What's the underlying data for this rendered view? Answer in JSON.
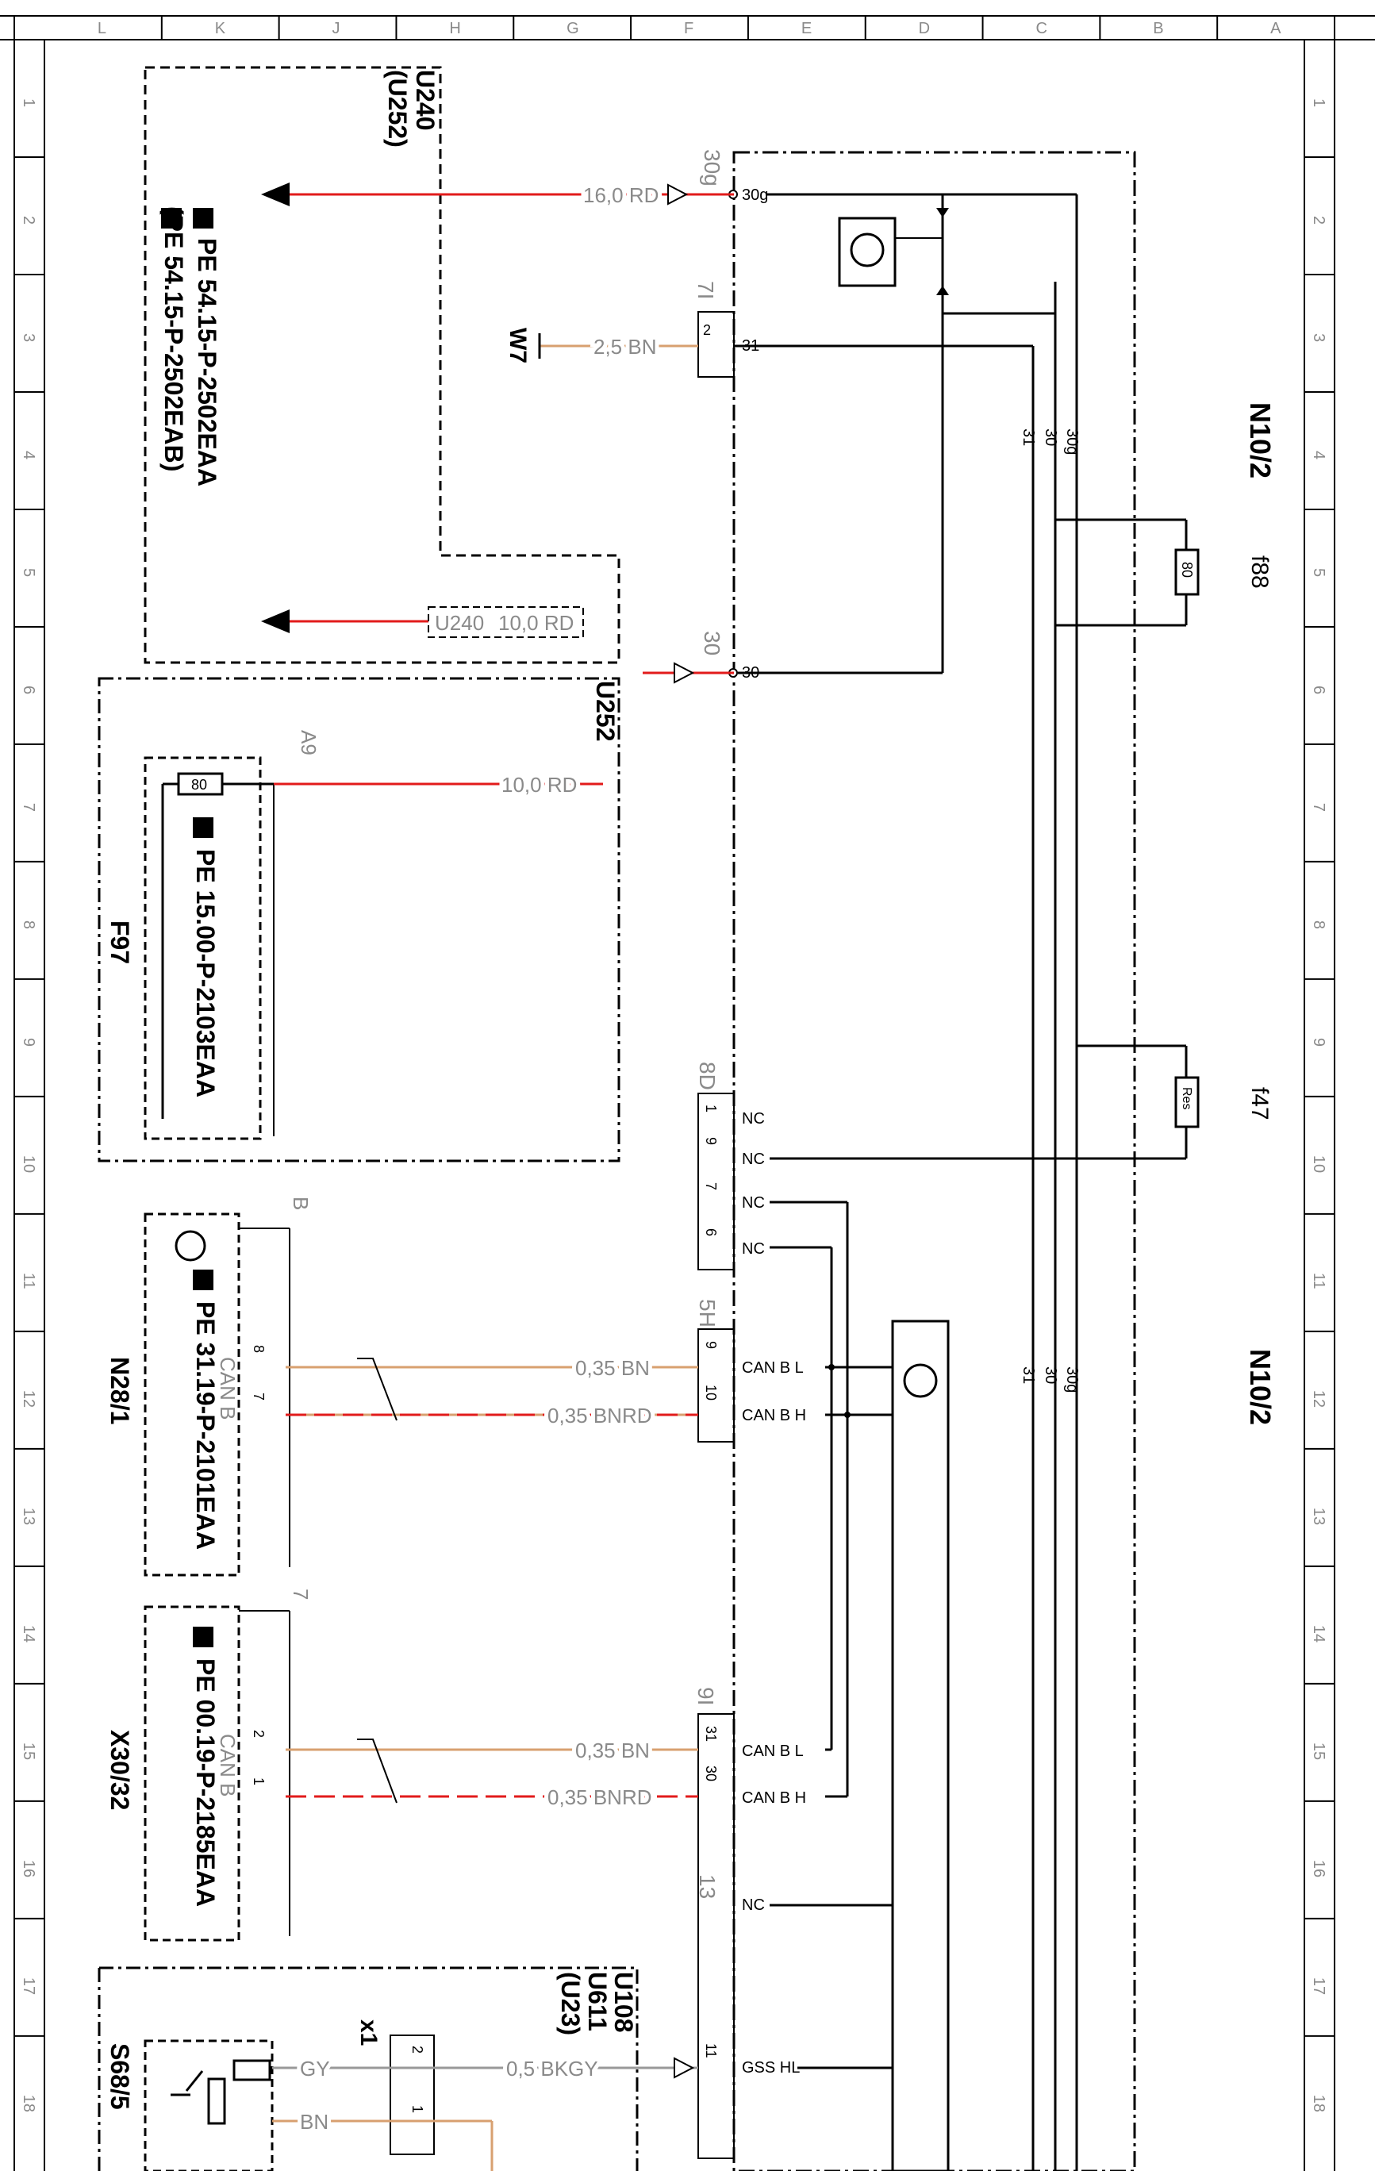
{
  "border": {
    "columns": [
      "L",
      "K",
      "J",
      "H",
      "G",
      "F",
      "E",
      "D",
      "C",
      "B",
      "A"
    ],
    "rows": [
      "1",
      "2",
      "3",
      "4",
      "5",
      "6",
      "7",
      "8",
      "9",
      "10",
      "11",
      "12",
      "13",
      "14",
      "15",
      "16",
      "17",
      "18"
    ]
  },
  "components": {
    "n10_top": "N10/2",
    "n10_bottom": "N10/2",
    "u240": "U240",
    "u252_paren": "(U252)",
    "u252": "U252",
    "a9": "A9",
    "f97": "F97",
    "w7": "W7",
    "n28": "N28/1",
    "x30": "X30/32",
    "s68": "S68/5",
    "x1": "x1",
    "u108": "U108",
    "u611": "U611",
    "u23": "(U23)",
    "f88": "f88",
    "f47": "f47",
    "fuse_80": "80",
    "res": "Res",
    "u240_box": "U240"
  },
  "refs": {
    "pe_5415a": "PE 54.15-P-2502EAA",
    "pe_5415b": "(PE 54.15-P-2502EAB)",
    "pe_1500": "PE 15.00-P-2103EAA",
    "pe_3119": "PE 31.19-P-2101EAA",
    "pe_0019": "PE 00.19-P-2185EAA",
    "hand_icon": "pointing-hand-icon"
  },
  "wires": {
    "w1": "16,0 RD",
    "w2": "2,5 BN",
    "w3": "10,0 RD",
    "w4": "10,0 RD",
    "w5": "0,35 BN",
    "w6": "0,35 BNRD",
    "w7": "0,35 BN",
    "w8": "0,35 BNRD",
    "w9": "0,5 BKGY",
    "gy": "GY",
    "bn": "BN"
  },
  "connectors": {
    "c30g": "30g",
    "c7i": "7I",
    "c30": "30",
    "c8d": "8D",
    "c5h": "5H",
    "c9i": "9I",
    "c13": "13",
    "cB": "B",
    "c7": "7"
  },
  "pins": {
    "p30g": "30g",
    "p2": "2",
    "p31": "31",
    "p30": "30",
    "p1": "1",
    "p9": "9",
    "p7": "7",
    "p6": "6",
    "p9b": "9",
    "p10": "10",
    "p31b": "31",
    "p30b": "30",
    "p11": "11",
    "nc1": "NC",
    "nc2": "NC",
    "nc3": "NC",
    "nc4": "NC",
    "nc5": "NC",
    "canbl1": "CAN B L",
    "canbh1": "CAN B H",
    "canbl2": "CAN B L",
    "canbh2": "CAN B H",
    "gsshl": "GSS HL",
    "n28p8": "8",
    "n28p7": "7",
    "x30p2": "2",
    "x30p1": "1",
    "canb1": "CAN B",
    "canb2": "CAN B",
    "x1p2": "2",
    "x1p1": "1"
  },
  "bus": {
    "l31": "31",
    "l30": "30",
    "l30g": "30g",
    "l31b": "31",
    "l30b": "30",
    "l30gb": "30g"
  },
  "colors": {
    "red": "#e21b1b",
    "brown": "#d8a070",
    "gray": "#999999",
    "black": "#000000"
  }
}
